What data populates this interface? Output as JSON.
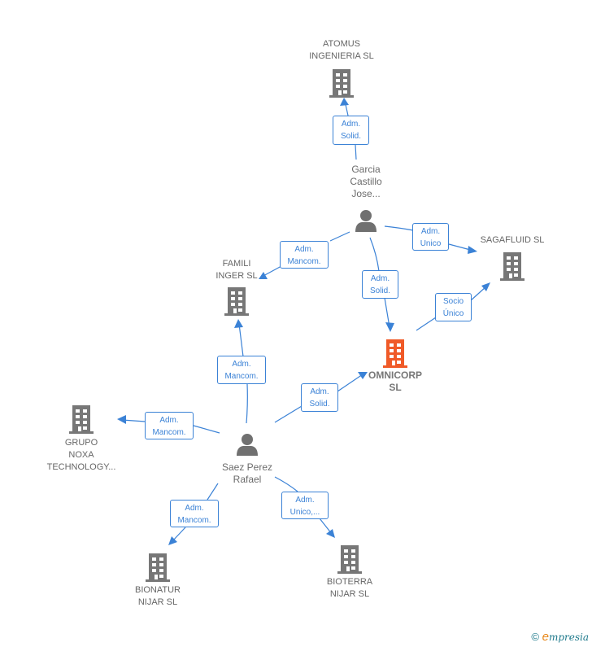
{
  "diagram": {
    "colors": {
      "edge": "#3b82d6",
      "company": "#777777",
      "focus_company": "#f05a28",
      "person": "#707070"
    },
    "nodes": [
      {
        "id": "atomus",
        "type": "company",
        "label": "ATOMUS\nINGENIERIA SL"
      },
      {
        "id": "garcia",
        "type": "person",
        "label": "Garcia\nCastillo\nJose..."
      },
      {
        "id": "sagafluid",
        "type": "company",
        "label": "SAGAFLUID SL"
      },
      {
        "id": "famili",
        "type": "company",
        "label": "FAMILI\nINGER  SL"
      },
      {
        "id": "omnicorp",
        "type": "focus-company",
        "label": "OMNICORP\nSL"
      },
      {
        "id": "grupo",
        "type": "company",
        "label": "GRUPO\nNOXA\nTECHNOLOGY..."
      },
      {
        "id": "saez",
        "type": "person",
        "label": "Saez Perez\nRafael"
      },
      {
        "id": "bionatur",
        "type": "company",
        "label": "BIONATUR\nNIJAR  SL"
      },
      {
        "id": "bioterra",
        "type": "company",
        "label": "BIOTERRA\nNIJAR  SL"
      }
    ],
    "edges": [
      {
        "from": "garcia",
        "to": "atomus",
        "label": "Adm.\nSolid."
      },
      {
        "from": "garcia",
        "to": "sagafluid",
        "label": "Adm.\nUnico"
      },
      {
        "from": "garcia",
        "to": "famili",
        "label": "Adm.\nMancom."
      },
      {
        "from": "garcia",
        "to": "omnicorp",
        "label": "Adm.\nSolid."
      },
      {
        "from": "omnicorp",
        "to": "sagafluid",
        "label": "Socio\nÚnico"
      },
      {
        "from": "saez",
        "to": "famili",
        "label": "Adm.\nMancom."
      },
      {
        "from": "saez",
        "to": "omnicorp",
        "label": "Adm.\nSolid."
      },
      {
        "from": "saez",
        "to": "grupo",
        "label": "Adm.\nMancom."
      },
      {
        "from": "saez",
        "to": "bionatur",
        "label": "Adm.\nMancom."
      },
      {
        "from": "saez",
        "to": "bioterra",
        "label": "Adm.\nUnico,..."
      }
    ]
  },
  "footer": {
    "copyright_symbol": "©",
    "brand_initial": "e",
    "brand_rest": "mpresia"
  }
}
